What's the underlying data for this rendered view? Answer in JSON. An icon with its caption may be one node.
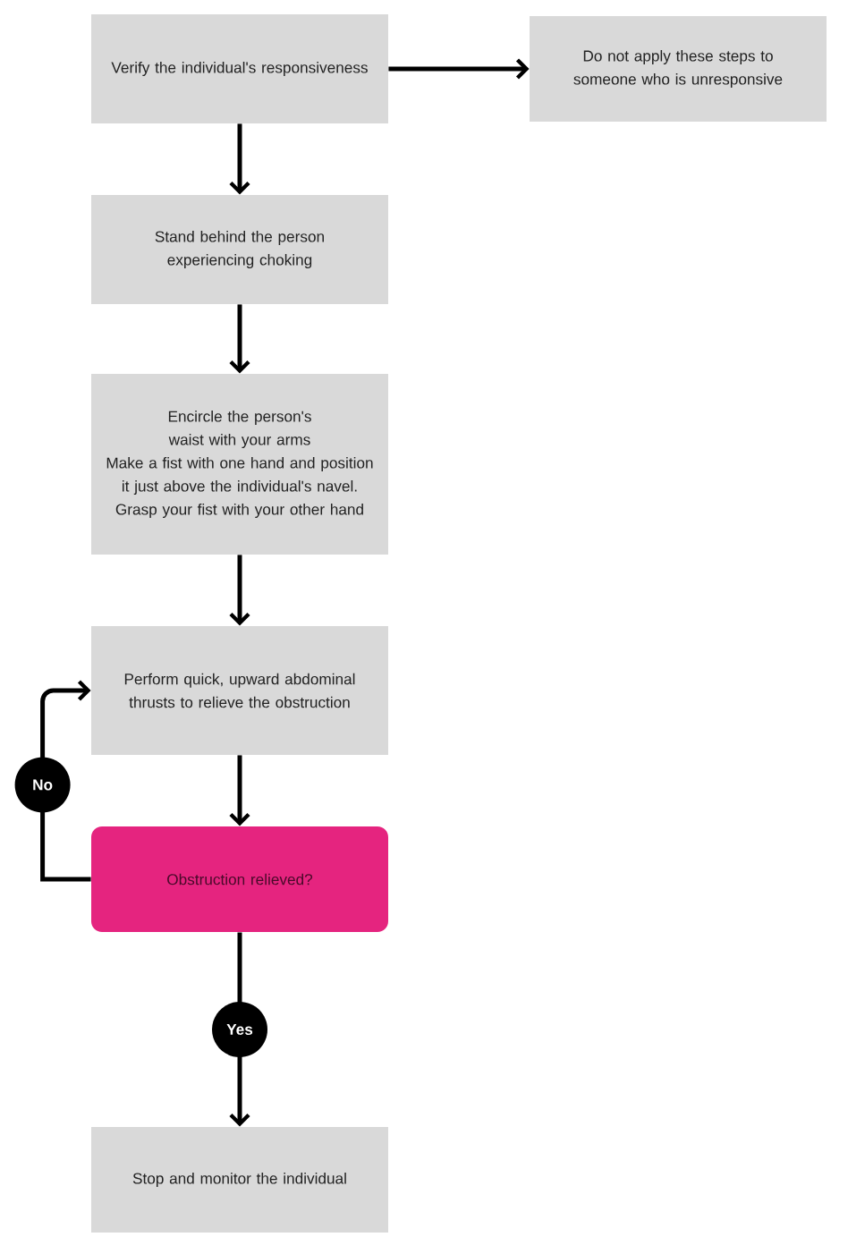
{
  "diagram": {
    "nodes": [
      {
        "text": [
          "Verify the individual's responsiveness"
        ]
      },
      {
        "text": [
          "Do not apply these steps to someone who is unresponsive"
        ]
      },
      {
        "text": [
          "Stand behind the person experiencing choking"
        ]
      },
      {
        "text": [
          "Encircle the person's waist with your arms",
          "Make a fist with one hand and position it just above the individual's navel.",
          "Grasp your fist with your other hand"
        ]
      },
      {
        "text": [
          "Perform quick, upward abdominal thrusts to relieve the obstruction"
        ]
      },
      {
        "text": [
          "Obstruction relieved?"
        ]
      },
      {
        "text": [
          "Stop and monitor the individual"
        ]
      }
    ],
    "edges": [
      {
        "from": 0,
        "to": 1,
        "arrow": "to"
      },
      {
        "from": 0,
        "to": 2,
        "arrow": "to"
      },
      {
        "from": 2,
        "to": 3,
        "arrow": "to"
      },
      {
        "from": 3,
        "to": 4,
        "arrow": "to"
      },
      {
        "from": 4,
        "to": 5,
        "arrow": "to"
      },
      {
        "from": 5,
        "to": 4,
        "arrow": "to",
        "label": "No"
      },
      {
        "from": 5,
        "to": 6,
        "arrow": "to",
        "label": "Yes"
      }
    ]
  }
}
